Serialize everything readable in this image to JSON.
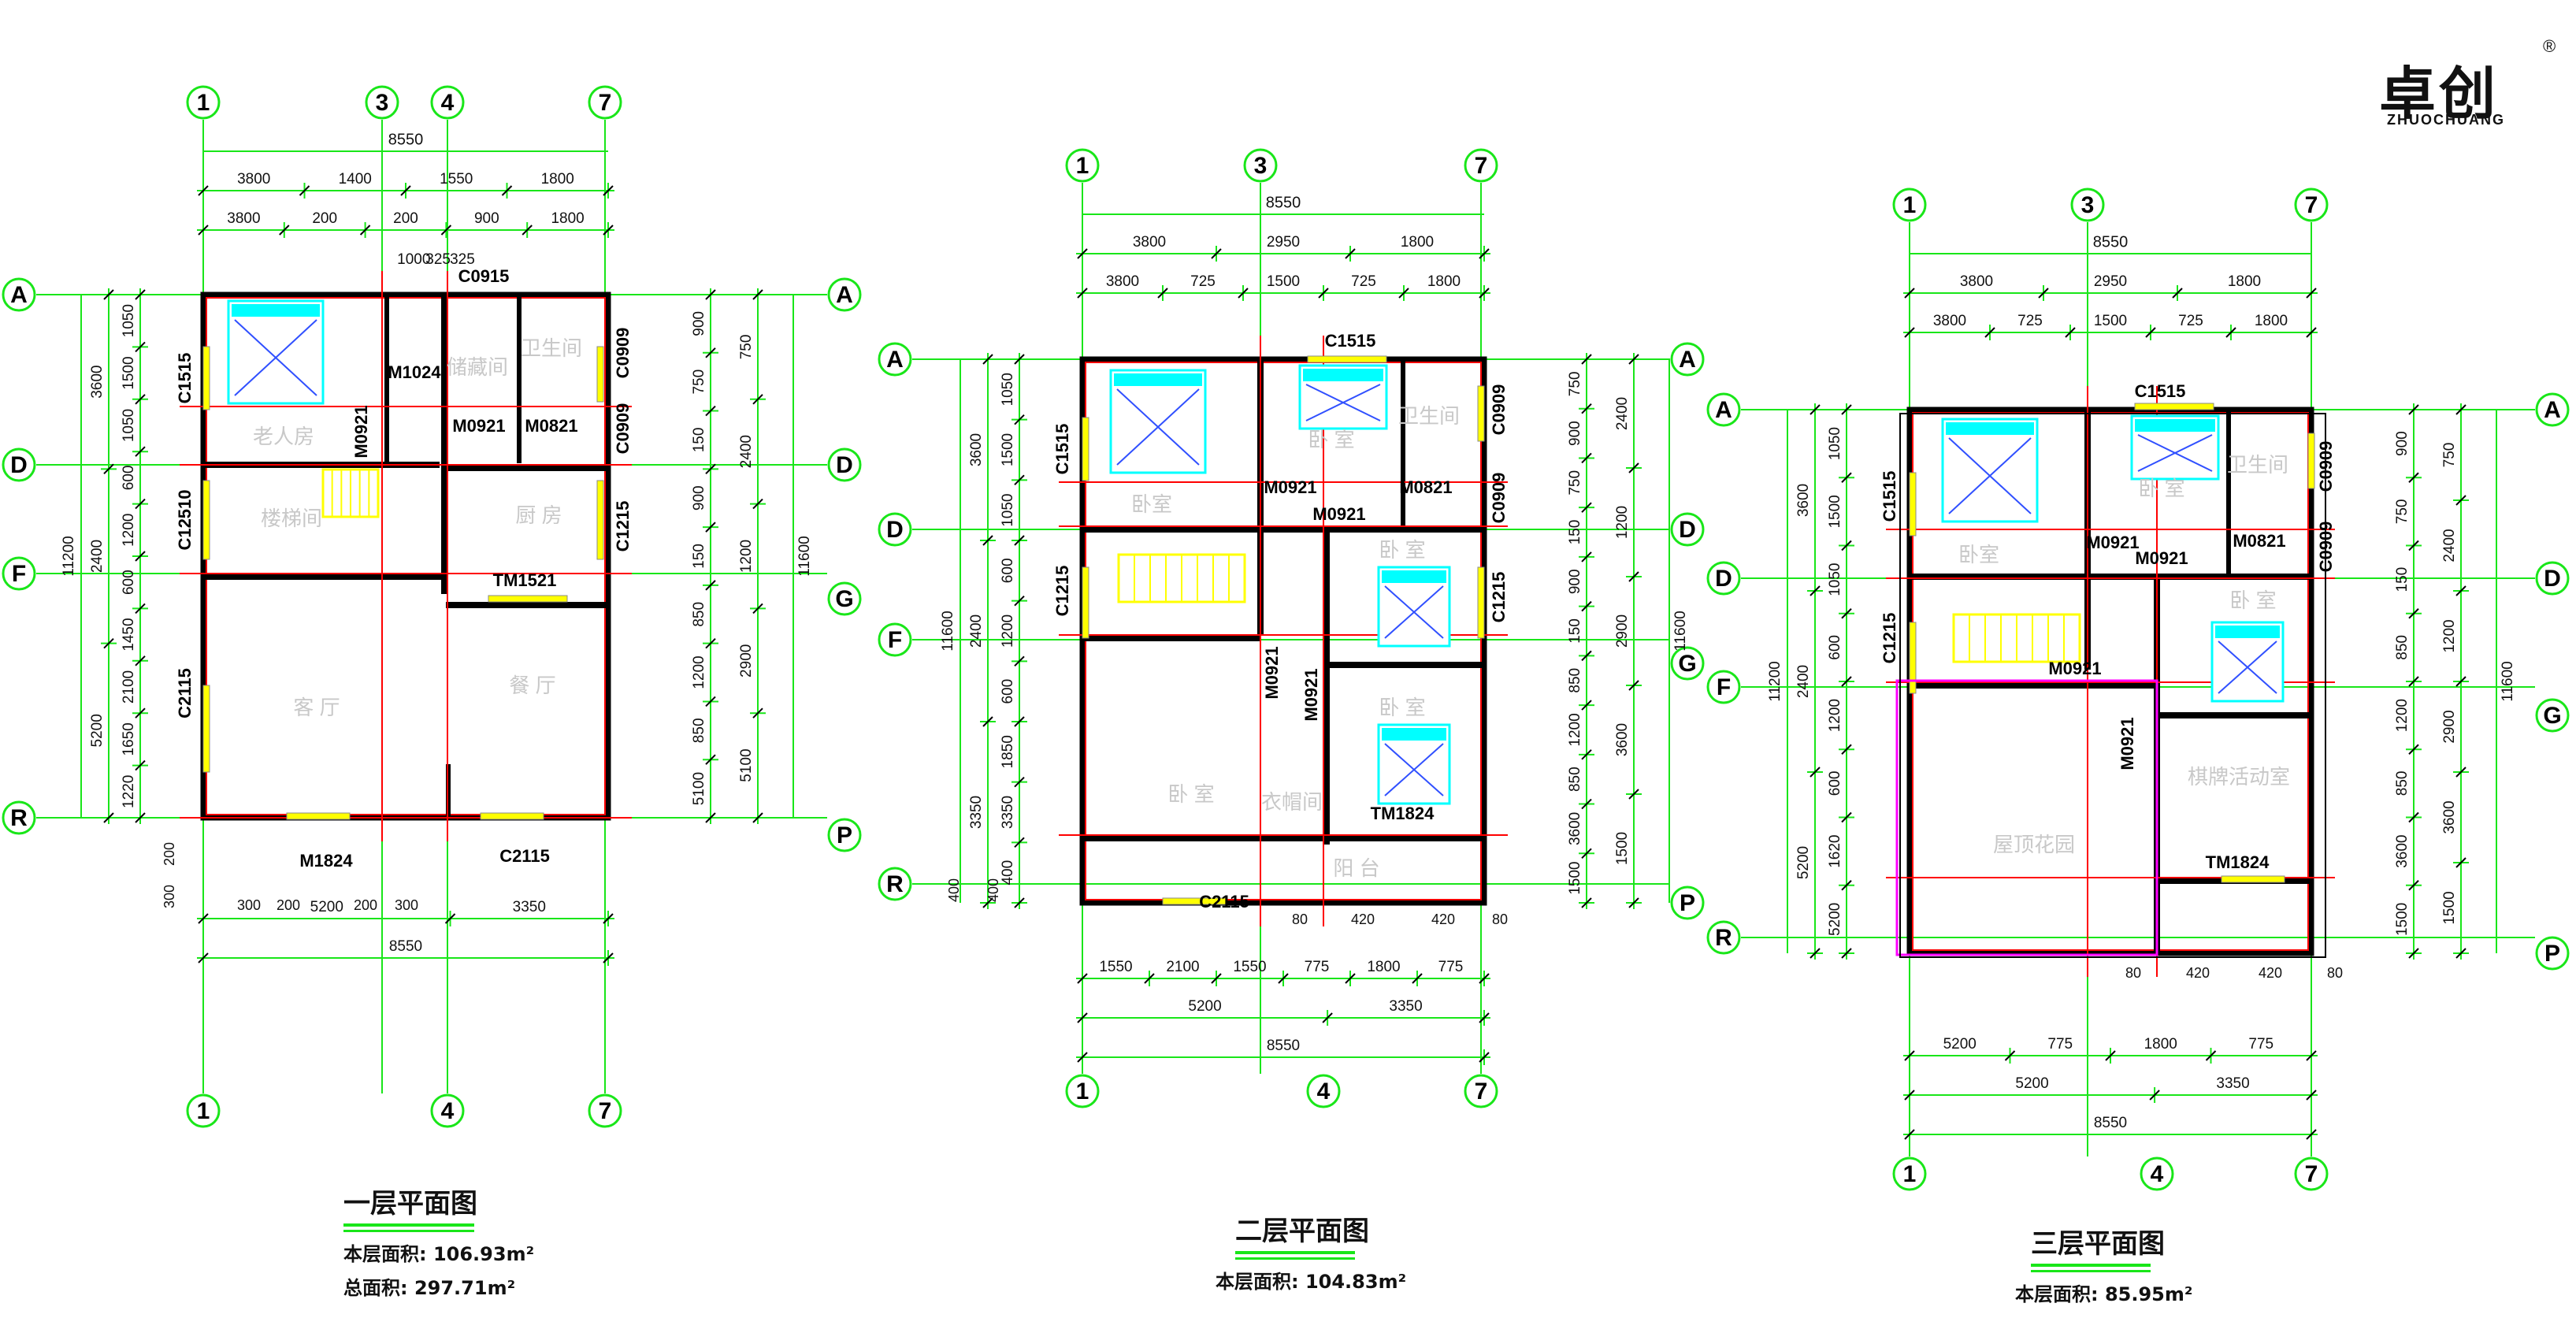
{
  "brand": {
    "name": "卓创",
    "latin": "ZHUOCHUANG",
    "registered": "®"
  },
  "colors": {
    "axis": "#19e619",
    "wall": "#000000",
    "redline": "#ff0000",
    "yellow": "#ffff00",
    "cyan": "#00ffff",
    "magenta": "#ff00ff"
  },
  "floors": [
    {
      "title": "一层平面图",
      "area_label": "本层面积: 106.93m²",
      "total_label": "总面积: 297.71m²",
      "axes_top": [
        "1",
        "3",
        "4",
        "7"
      ],
      "axes_bottom": [
        "1",
        "4",
        "7"
      ],
      "axes_left": [
        "A",
        "D",
        "F",
        "R"
      ],
      "axes_right": [
        "A",
        "D",
        "G",
        "P"
      ],
      "dims_top_total": "8550",
      "dims_top_row1": [
        "3800",
        "1400",
        "1550",
        "1800"
      ],
      "dims_top_row2": [
        "3800",
        "200",
        "200",
        "900",
        "1800"
      ],
      "dims_top_row3": [
        "1000",
        "325",
        "325"
      ],
      "dims_left_total": "11200",
      "dims_left_1": [
        "3600",
        "2400",
        "5200"
      ],
      "dims_left_2": [
        "1050",
        "1500",
        "1050",
        "600",
        "1200",
        "600",
        "1450",
        "2100",
        "1650",
        "1220"
      ],
      "dims_right_total": "11600",
      "dims_right_1": [
        "750",
        "2400",
        "1200",
        "2900",
        "5100"
      ],
      "dims_right_2": [
        "900",
        "750",
        "150",
        "900",
        "150",
        "850",
        "1200",
        "850",
        "5100"
      ],
      "dims_bottom_row1": [
        "5200",
        "3350"
      ],
      "dims_bottom_total": "8550",
      "dims_bottom_small": [
        "200",
        "300",
        "300",
        "200",
        "200",
        "300"
      ],
      "rooms": [
        "老人房",
        "楼梯间",
        "客 厅",
        "厨 房",
        "餐 厅",
        "卫生间",
        "储藏间"
      ],
      "openings": [
        "C0915",
        "C1515",
        "M1024",
        "M0921",
        "M0821",
        "C0909",
        "C0909",
        "C12510",
        "C1215",
        "TM1521",
        "C2115",
        "C2115",
        "M1824",
        "M0921"
      ]
    },
    {
      "title": "二层平面图",
      "area_label": "本层面积: 104.83m²",
      "axes_top": [
        "1",
        "3",
        "7"
      ],
      "axes_bottom": [
        "1",
        "4",
        "7"
      ],
      "axes_left": [
        "A",
        "D",
        "F",
        "R"
      ],
      "axes_right": [
        "A",
        "D",
        "G",
        "P"
      ],
      "dims_top_total": "8550",
      "dims_top_row1": [
        "3800",
        "2950",
        "1800"
      ],
      "dims_top_row2": [
        "3800",
        "725",
        "1500",
        "725",
        "1800"
      ],
      "dims_left_total": "11600",
      "dims_left_1": [
        "3600",
        "2400",
        "3350"
      ],
      "dims_left_2": [
        "1050",
        "1500",
        "1050",
        "600",
        "1200",
        "600",
        "1850",
        "3350",
        "400"
      ],
      "dims_right_total": "11600",
      "dims_right_1": [
        "2400",
        "1200",
        "2900",
        "3600",
        "1500"
      ],
      "dims_right_2": [
        "750",
        "900",
        "750",
        "150",
        "900",
        "150",
        "850",
        "1200",
        "850",
        "3600",
        "1500"
      ],
      "dims_bottom_row1": [
        "1550",
        "2100",
        "1550",
        "775",
        "1800",
        "775"
      ],
      "dims_bottom_row2": [
        "5200",
        "3350"
      ],
      "dims_bottom_total": "8550",
      "dims_small": [
        "80",
        "420",
        "420",
        "80",
        "400",
        "400"
      ],
      "rooms": [
        "卧室",
        "卧 室",
        "卫生间",
        "卧 室",
        "卧 室",
        "卧 室",
        "衣帽间",
        "阳 台"
      ],
      "openings": [
        "C1515",
        "C1515",
        "C0909",
        "C0909",
        "M0921",
        "M0821",
        "M0921",
        "M0921",
        "C1215",
        "C1215",
        "M0921",
        "TM1824",
        "C2115"
      ]
    },
    {
      "title": "三层平面图",
      "area_label": "本层面积: 85.95m²",
      "axes_top": [
        "1",
        "3",
        "7"
      ],
      "axes_bottom": [
        "1",
        "4",
        "7"
      ],
      "axes_left": [
        "A",
        "D",
        "F",
        "R"
      ],
      "axes_right": [
        "A",
        "D",
        "G",
        "P"
      ],
      "dims_top_total": "8550",
      "dims_top_row1": [
        "3800",
        "2950",
        "1800"
      ],
      "dims_top_row2": [
        "3800",
        "725",
        "1500",
        "725",
        "1800"
      ],
      "dims_left_total": "11200",
      "dims_left_1": [
        "3600",
        "2400",
        "5200"
      ],
      "dims_left_2": [
        "1050",
        "1500",
        "1050",
        "600",
        "1200",
        "600",
        "1620",
        "5200"
      ],
      "dims_right_total": "11600",
      "dims_right_1": [
        "750",
        "2400",
        "1200",
        "2900",
        "3600",
        "1500"
      ],
      "dims_right_2": [
        "900",
        "750",
        "150",
        "850",
        "1200",
        "850",
        "3600",
        "1500"
      ],
      "dims_bottom_row1": [
        "5200",
        "775",
        "1800",
        "775"
      ],
      "dims_bottom_row2": [
        "5200",
        "3350"
      ],
      "dims_bottom_total": "8550",
      "dims_small": [
        "80",
        "420",
        "420",
        "80"
      ],
      "rooms": [
        "卧室",
        "卧 室",
        "卫生间",
        "卧 室",
        "棋牌活动室",
        "屋顶花园"
      ],
      "openings": [
        "C1515",
        "C1515",
        "C0909",
        "C0909",
        "M0921",
        "M0821",
        "M0921",
        "M0921",
        "C1215",
        "M0921",
        "TM1824"
      ]
    }
  ]
}
